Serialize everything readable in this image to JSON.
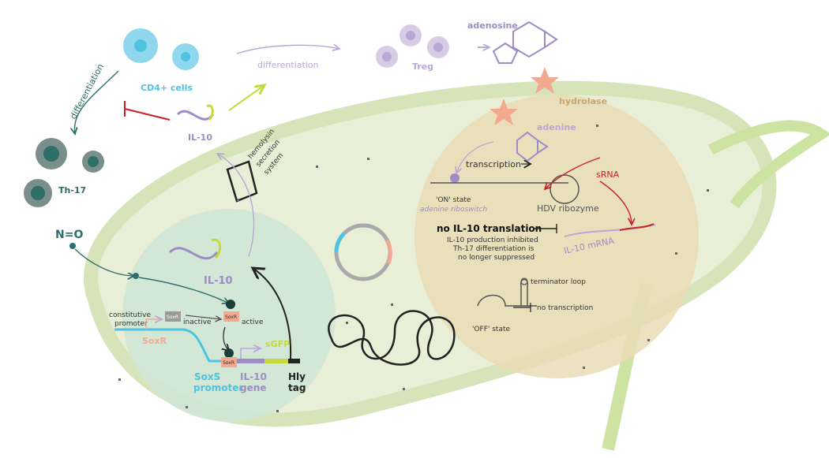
{
  "labels": {
    "cd4": "CD4+ cells",
    "diff_top": "differentiation",
    "diff_left": "differentiation",
    "treg": "Treg",
    "adenosine": "adenosine",
    "hydrolase": "hydrolase",
    "adenine": "adenine",
    "il10_top": "IL-10",
    "th17": "Th-17",
    "hemolysin1": "hemolysin",
    "hemolysin2": "secretion",
    "hemolysin3": "system",
    "il10_mid": "IL-10",
    "constitutive1": "constitutive",
    "constitutive2": "promoter",
    "soxr_box1": "SoxR",
    "inactive": "inactive",
    "soxr_box2": "SoxR",
    "active": "active",
    "soxr_gene": "SoxR",
    "soxr_box3": "SoxR",
    "sgfp": "sGFP",
    "soxs1": "SoxS",
    "soxs2": "promoter",
    "il10_gene1": "IL-10",
    "il10_gene2": "gene",
    "hly1": "Hly",
    "hly2": "tag",
    "transcription": "transcription",
    "srna": "sRNA",
    "on_state": "'ON' state",
    "riboswitch": "adenine riboswitch",
    "hdv": "HDV ribozyme",
    "no_translation": "no IL-10 translation",
    "inhibit1": "IL-10 production inhibited",
    "inhibit2": "Th-17 differentiation is",
    "inhibit3": "no longer suppressed",
    "il10_mrna": "IL-10 mRNA",
    "terminator": "terminator loop",
    "off_state": "'OFF' state",
    "no_transcription": "no transcription"
  },
  "colors": {
    "cyan": "#4fc3e0",
    "teal": "#2f6f6a",
    "lavender": "#b9a7d6",
    "lime": "#c6d93a",
    "pink": "#f3a890",
    "red": "#c8202a",
    "green_bg": "#dfe9c6"
  }
}
